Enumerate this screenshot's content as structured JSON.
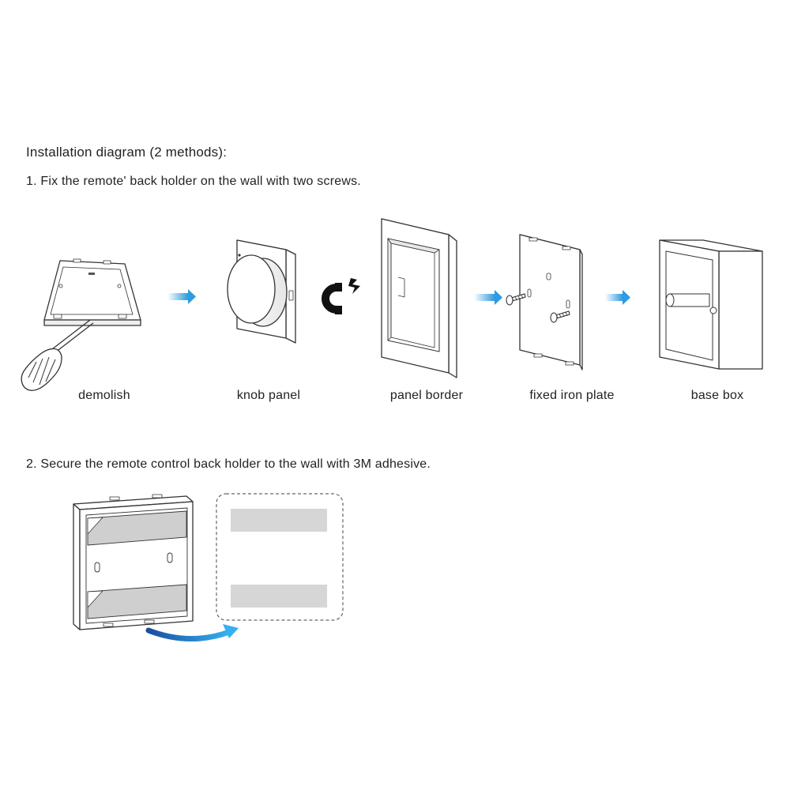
{
  "title": "Installation diagram (2 methods):",
  "step1": "1. Fix the remote' back holder on the wall with two screws.",
  "step2": "2. Secure the remote control back holder to the wall with 3M adhesive.",
  "labels": {
    "demolish": "demolish",
    "knob_panel": "knob panel",
    "panel_border": "panel border",
    "fixed_iron_plate": "fixed iron plate",
    "base_box": "base box"
  },
  "colors": {
    "arrow_blue": "#2f9be0",
    "line": "#333333",
    "tape_gray": "#cfcfcf"
  },
  "icons": [
    "screwdriver-icon",
    "magnet-icon",
    "arrow-right-icon",
    "curved-arrow-icon"
  ]
}
